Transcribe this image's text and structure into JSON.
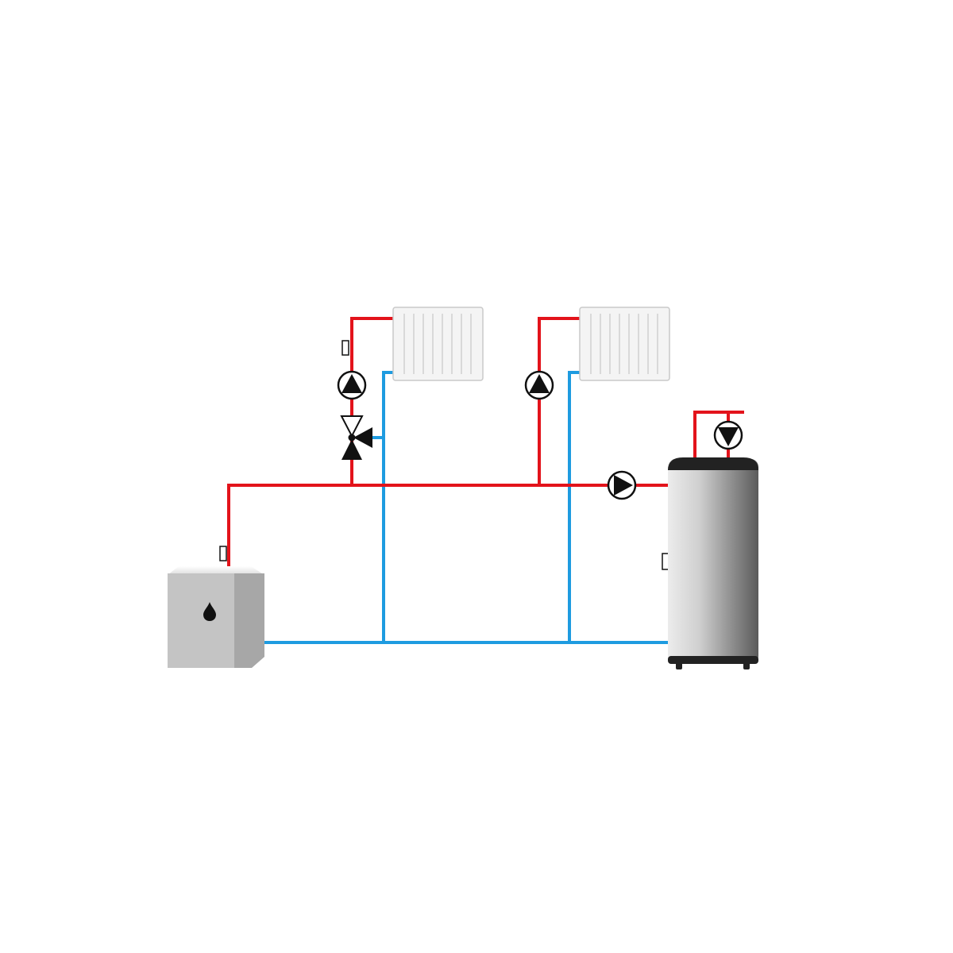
{
  "diagram": {
    "kind": "heating-system-schematic",
    "colors": {
      "supply_pipe": "#e3131b",
      "return_pipe": "#1e9be0",
      "symbol": "#111111",
      "radiator_fill": "#f4f4f4",
      "radiator_fin": "#d4d4d4",
      "boiler_body": "#b9b9b9",
      "tank_body_light": "#e6e6e6",
      "tank_body_dark": "#5e5e5e",
      "tank_cap": "#222222"
    },
    "components": [
      {
        "id": "boiler",
        "icon": "oil-drop-icon"
      },
      {
        "id": "radiator-1"
      },
      {
        "id": "radiator-2"
      },
      {
        "id": "mixing-valve"
      },
      {
        "id": "pump-circuit-1"
      },
      {
        "id": "pump-circuit-2"
      },
      {
        "id": "pump-tank-charge"
      },
      {
        "id": "pump-recirculation"
      },
      {
        "id": "hot-water-tank"
      },
      {
        "id": "sensor-boiler"
      },
      {
        "id": "sensor-circuit-1"
      },
      {
        "id": "sensor-tank"
      }
    ]
  }
}
